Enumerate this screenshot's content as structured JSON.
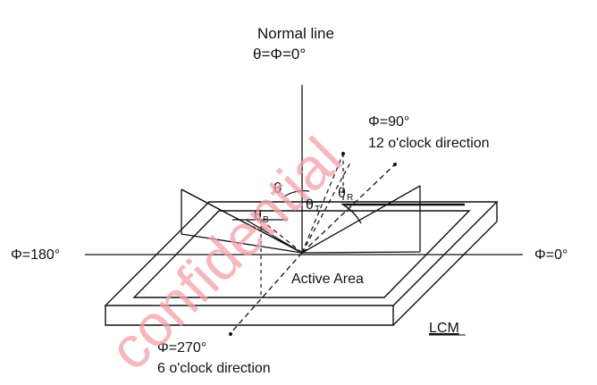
{
  "diagram": {
    "normal_line": "Normal  line",
    "normal_angles": "θ=Φ=0°",
    "phi_90": "Φ=90°",
    "dir_12": "12 o'clock direction",
    "phi_180": "Φ=180°",
    "phi_0": "Φ=0°",
    "phi_270": "Φ=270°",
    "dir_6": "6 o'clock direction",
    "active_area": "Active Area",
    "lcm": "LCM",
    "theta": "θ",
    "theta_t": "θ",
    "theta_t_sub": "T",
    "theta_r": "θ",
    "theta_r_sub": "R",
    "theta_b": "θ",
    "theta_b_sub": "B",
    "watermark": "confidential"
  },
  "colors": {
    "line": "#111111",
    "watermark": "#f3a1a8",
    "squiggle": "#d9534f"
  }
}
